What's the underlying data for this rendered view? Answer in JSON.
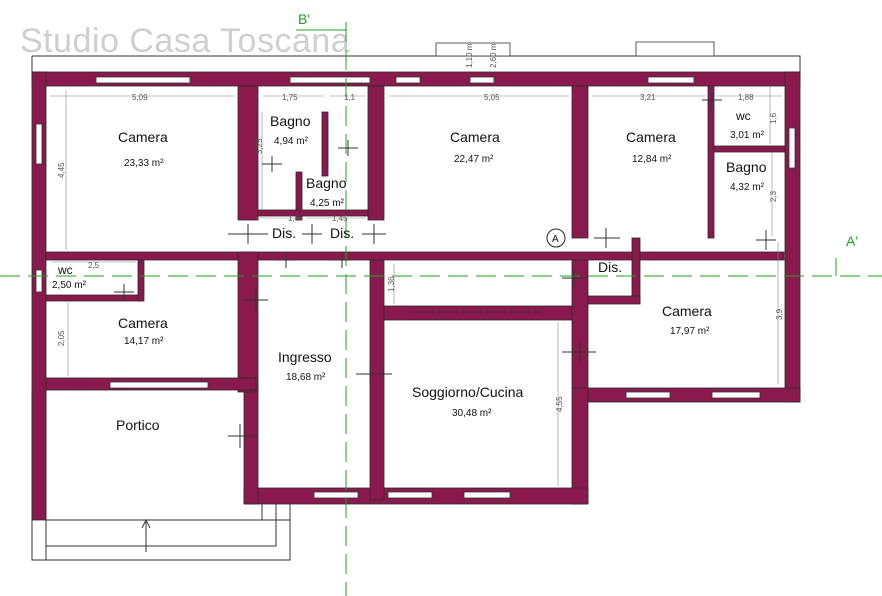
{
  "watermark": "Studio Casa Toscana",
  "colors": {
    "wall": "#8a1a4e",
    "section": "#21a321",
    "watermark": "#cfcfcf"
  },
  "section_markers": {
    "b": "B'",
    "a": "A'",
    "circle": "A"
  },
  "chimney_dims": {
    "d1": "1,10 m",
    "d2": "2,60 m"
  },
  "rooms": {
    "camera_nw": {
      "name": "Camera",
      "area": "23,33 m²"
    },
    "bagno_1": {
      "name": "Bagno",
      "area": "4,94 m²"
    },
    "bagno_2": {
      "name": "Bagno",
      "area": "4,25 m²"
    },
    "camera_n": {
      "name": "Camera",
      "area": "22,47 m²"
    },
    "camera_ne": {
      "name": "Camera",
      "area": "12,84 m²"
    },
    "wc_ne": {
      "name": "wc",
      "area": "3,01 m²"
    },
    "bagno_e": {
      "name": "Bagno",
      "area": "4,32 m²"
    },
    "dis_1": {
      "name": "Dis."
    },
    "dis_2": {
      "name": "Dis."
    },
    "dis_3": {
      "name": "Dis."
    },
    "wc_w": {
      "name": "wc",
      "area": "2,50 m²"
    },
    "camera_w": {
      "name": "Camera",
      "area": "14,17 m²"
    },
    "ingresso": {
      "name": "Ingresso",
      "area": "18,68 m²"
    },
    "soggiorno": {
      "name": "Soggiorno/Cucina",
      "area": "30,48 m²"
    },
    "camera_e": {
      "name": "Camera",
      "area": "17,97 m²"
    },
    "portico": {
      "name": "Portico"
    }
  },
  "dimensions": {
    "d509": "5,09",
    "d175": "1,75",
    "d11": "1,1",
    "d505": "5,05",
    "d321": "3,21",
    "d188": "1,88",
    "d445": "4,45",
    "d325": "3,25",
    "d14": "1,4",
    "d145": "1,45",
    "d16": "1,6",
    "d23": "2,3",
    "d25": "2,5",
    "d205": "2,05",
    "d136": "1,36",
    "d455": "4,55",
    "d39": "3,9"
  }
}
